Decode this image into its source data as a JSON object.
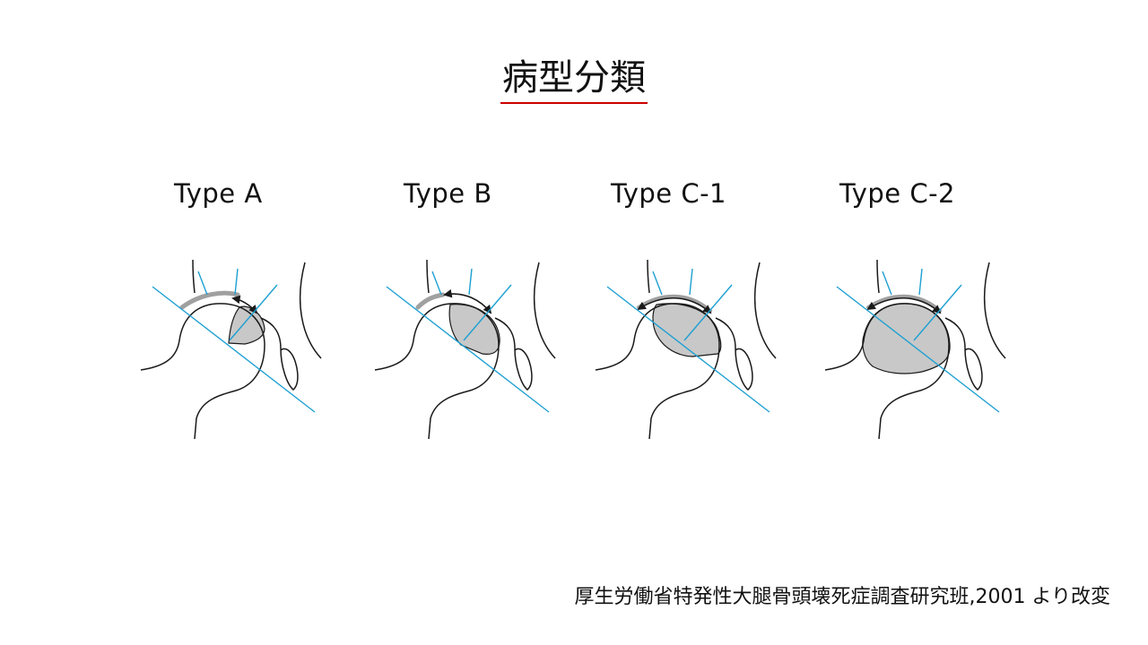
{
  "title": "病型分類",
  "types": [
    {
      "label": "Type A"
    },
    {
      "label": "Type B"
    },
    {
      "label": "Type C-1"
    },
    {
      "label": "Type C-2"
    }
  ],
  "source": "厚生労働省特発性大腿骨頭壊死症調査研究班,2001 より改変",
  "colors": {
    "line": "#1a1a1a",
    "guide": "#1ea0d2",
    "necrosis": "#c8c8c8",
    "weight_bearing_arc": "#a0a0a0",
    "title_underline": "#cc0000"
  }
}
